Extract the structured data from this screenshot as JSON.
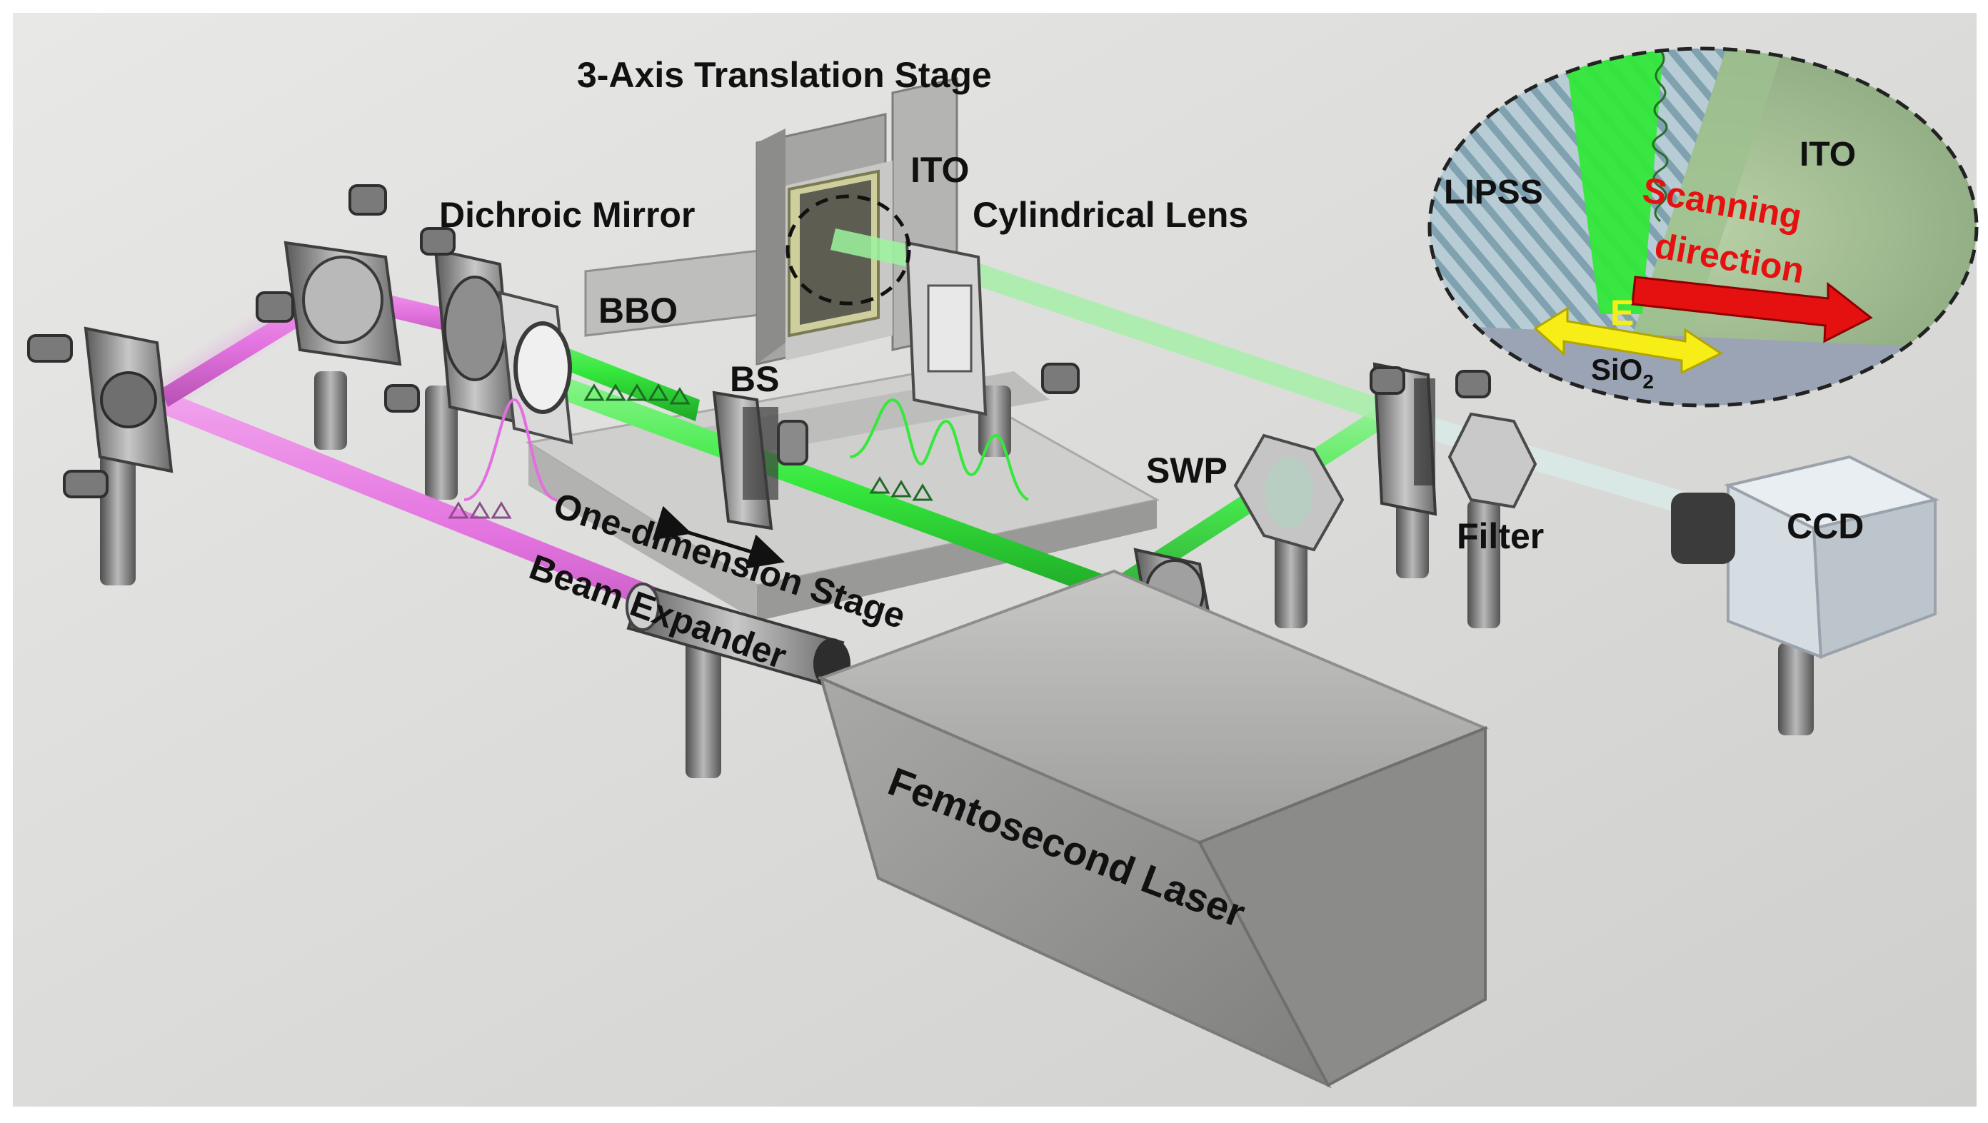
{
  "labels": {
    "stage3": "3-Axis Translation Stage",
    "ito": "ITO",
    "dichroic": "Dichroic Mirror",
    "cyl": "Cylindrical Lens",
    "bbo": "BBO",
    "bs": "BS",
    "swp": "SWP",
    "filter": "Filter",
    "ccd": "CCD",
    "onedim": "One-dimension Stage",
    "expander": "Beam Expander",
    "laser": "Femtosecond Laser"
  },
  "inset": {
    "lipss": "LIPSS",
    "ito": "ITO",
    "scan1": "Scanning",
    "scan2": "direction",
    "e": "E",
    "sio_base": "SiO",
    "sio_sub": "2"
  },
  "colors": {
    "background": "#d9d9d7",
    "pump_beam": "#e46ee0",
    "sh_beam": "#35e83c",
    "scan_arrow": "#e51010",
    "field_arrow": "#f6ee16"
  }
}
